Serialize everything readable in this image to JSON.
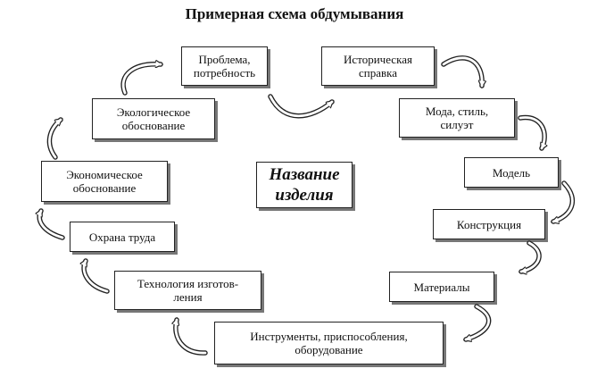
{
  "title": "Примерная схема обдумывания",
  "center": "Название\nизделия",
  "nodes": {
    "problem": "Проблема,\nпотребность",
    "history": "Историческая\nсправка",
    "fashion": "Мода, стиль,\nсилуэт",
    "model": "Модель",
    "construction": "Конструкция",
    "materials": "Материалы",
    "tools": "Инструменты, приспособления,\nоборудование",
    "technology": "Технология изготов-\nления",
    "safety": "Охрана труда",
    "economic": "Экономическое\nобоснование",
    "ecological": "Экологическое\nобоснование"
  },
  "colors": {
    "line": "#222222",
    "shadow": "#777777"
  }
}
